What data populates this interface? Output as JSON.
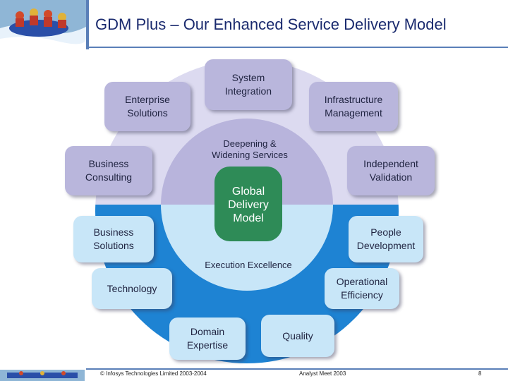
{
  "title": "GDM Plus – Our Enhanced Service Delivery Model",
  "colors": {
    "title": "#1a2a6e",
    "upper_ring": "#dcdaf0",
    "upper_inner": "#b8b4dc",
    "lower_ring": "#1e83d3",
    "lower_inner": "#c8e6f8",
    "core": "#2e8b57"
  },
  "diagram": {
    "core": "Global\nDelivery\nModel",
    "upper_band_label": "Deepening &\nWidening Services",
    "lower_band_label": "Execution Excellence",
    "upper_boxes": [
      {
        "key": "system-integration",
        "label": "System\nIntegration"
      },
      {
        "key": "enterprise-solutions",
        "label": "Enterprise\nSolutions"
      },
      {
        "key": "infrastructure-management",
        "label": "Infrastructure\nManagement"
      },
      {
        "key": "business-consulting",
        "label": "Business\nConsulting"
      },
      {
        "key": "independent-validation",
        "label": "Independent\nValidation"
      }
    ],
    "lower_boxes": [
      {
        "key": "business-solutions",
        "label": "Business\nSolutions"
      },
      {
        "key": "people-development",
        "label": "People\nDevelopment"
      },
      {
        "key": "technology",
        "label": "Technology"
      },
      {
        "key": "operational-efficiency",
        "label": "Operational\nEfficiency"
      },
      {
        "key": "domain-expertise",
        "label": "Domain\nExpertise"
      },
      {
        "key": "quality",
        "label": "Quality"
      }
    ]
  },
  "footer": {
    "copyright": "© Infosys Technologies Limited 2003-2004",
    "event": "Analyst Meet 2003",
    "page": "8"
  }
}
